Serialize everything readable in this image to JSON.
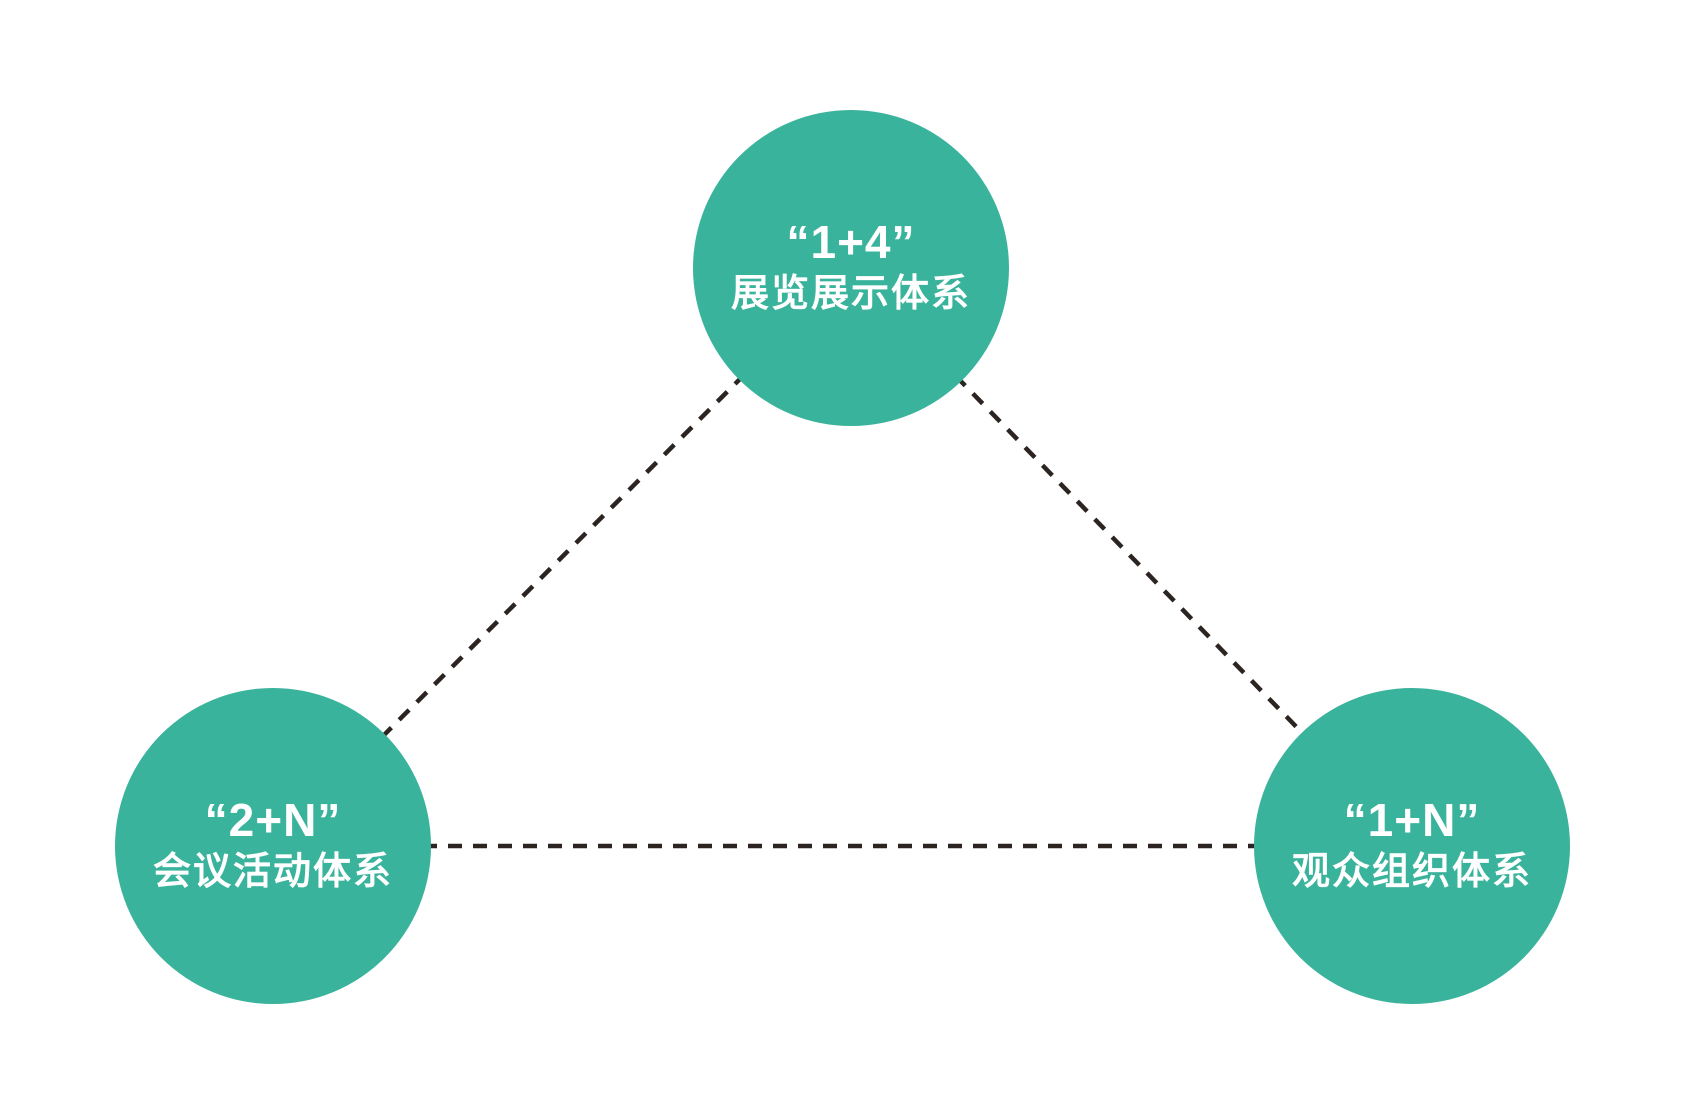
{
  "diagram": {
    "colors": {
      "background": "#ffffff",
      "node_fill": "#3ab39c",
      "node_text": "#ffffff",
      "connector": "#2b2420"
    },
    "connector_style": "dashed",
    "nodes": [
      {
        "id": "exhibition-system",
        "title": "“1+4”",
        "subtitle": "展览展示体系"
      },
      {
        "id": "conference-activity-system",
        "title": "“2+N”",
        "subtitle": "会议活动体系"
      },
      {
        "id": "audience-organization-system",
        "title": "“1+N”",
        "subtitle": "观众组织体系"
      }
    ],
    "connections": [
      {
        "from": "exhibition-system",
        "to": "conference-activity-system",
        "style": "dashed"
      },
      {
        "from": "exhibition-system",
        "to": "audience-organization-system",
        "style": "dashed"
      },
      {
        "from": "conference-activity-system",
        "to": "audience-organization-system",
        "style": "dashed"
      }
    ]
  }
}
